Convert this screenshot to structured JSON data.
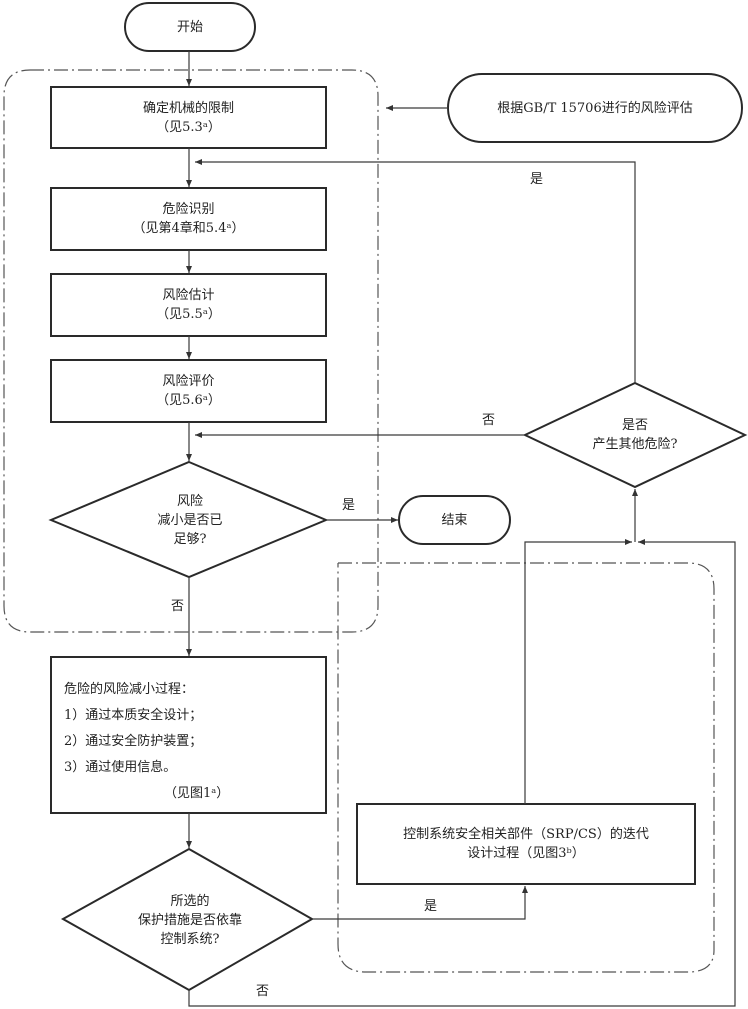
{
  "diagram": {
    "nodes": {
      "start": {
        "label": "开始"
      },
      "end": {
        "label": "结束"
      },
      "risk_assessment": {
        "label": "根据GB/T 15706进行的风险评估"
      },
      "determine_limits": {
        "title": "确定机械的限制",
        "ref": "（见5.3ᵃ）"
      },
      "hazard_identification": {
        "title": "危险识别",
        "ref": "（见第4章和5.4ᵃ）"
      },
      "risk_estimation": {
        "title": "风险估计",
        "ref": "（见5.5ᵃ）"
      },
      "risk_evaluation": {
        "title": "风险评价",
        "ref": "（见5.6ᵃ）"
      },
      "risk_reduced_decision": {
        "lines": [
          "风险",
          "减小是否已",
          "足够?"
        ]
      },
      "reduction_process": {
        "title": "危险的风险减小过程：",
        "items": [
          "1）通过本质安全设计；",
          "2）通过安全防护装置；",
          "3）通过使用信息。"
        ],
        "ref": "（见图1ᵃ）"
      },
      "control_system_decision": {
        "lines": [
          "所选的",
          "保护措施是否依靠",
          "控制系统?"
        ]
      },
      "srp_cs_process": {
        "lines": [
          "控制系统安全相关部件（SRP/CS）的迭代",
          "设计过程（见图3ᵇ）"
        ]
      },
      "other_hazards_decision": {
        "lines": [
          "是否",
          "产生其他危险?"
        ]
      }
    },
    "edge_labels": {
      "yes_other_hazards": "是",
      "no_other_hazards": "否",
      "yes_risk_reduced": "是",
      "no_risk_reduced": "否",
      "yes_control_system": "是",
      "no_control_system": "否"
    }
  }
}
